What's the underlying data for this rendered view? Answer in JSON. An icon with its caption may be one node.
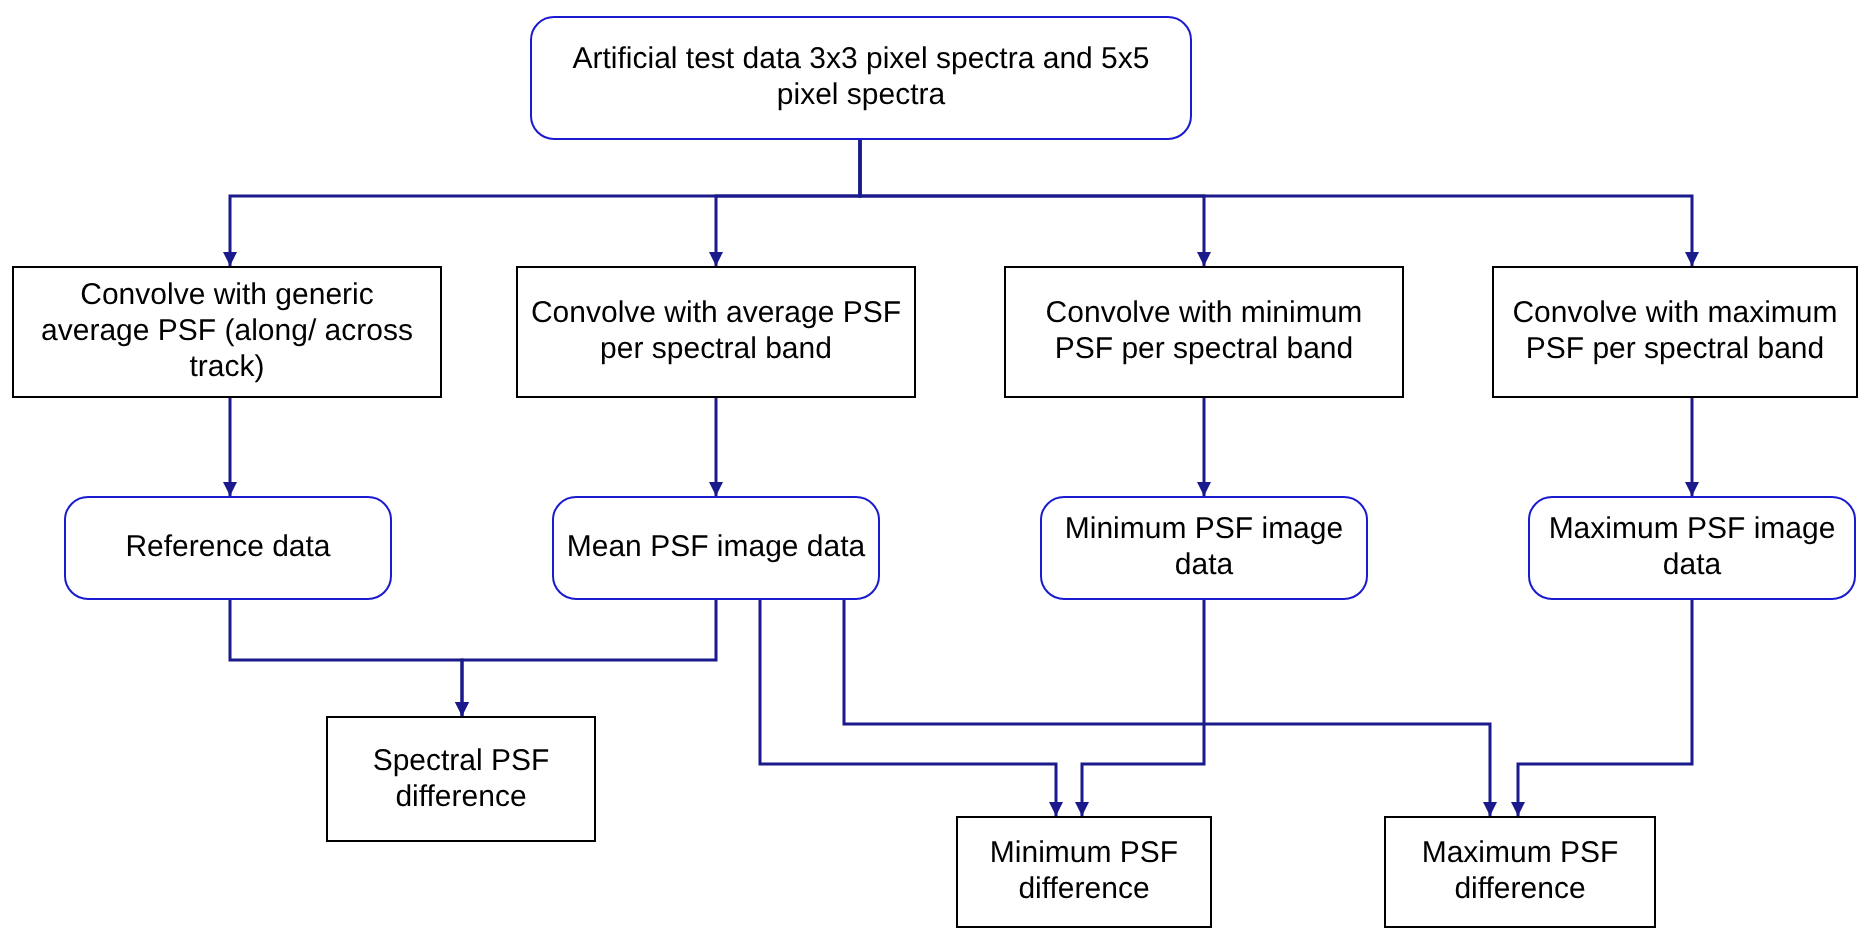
{
  "diagram": {
    "nodes": [
      {
        "text": [
          "Artificial test data 3x3 pixel spectra and 5x5 pixel spectra"
        ]
      },
      {
        "text": [
          "Convolve with generic average PSF (along/ across track)"
        ]
      },
      {
        "text": [
          "Convolve with average PSF per spectral band"
        ]
      },
      {
        "text": [
          "Convolve with minimum PSF per spectral band"
        ]
      },
      {
        "text": [
          "Convolve with maximum PSF per spectral band"
        ]
      },
      {
        "text": [
          "Reference data"
        ]
      },
      {
        "text": [
          "Mean PSF image data"
        ]
      },
      {
        "text": [
          "Minimum PSF image data"
        ]
      },
      {
        "text": [
          "Maximum PSF image data"
        ]
      },
      {
        "text": [
          "Spectral PSF difference"
        ]
      },
      {
        "text": [
          "Minimum PSF difference"
        ]
      },
      {
        "text": [
          "Maximum PSF difference"
        ]
      }
    ],
    "edges": [
      {
        "from": 0,
        "to": 1,
        "arrow": "to"
      },
      {
        "from": 0,
        "to": 2,
        "arrow": "to"
      },
      {
        "from": 0,
        "to": 3,
        "arrow": "to"
      },
      {
        "from": 0,
        "to": 4,
        "arrow": "to"
      },
      {
        "from": 1,
        "to": 5,
        "arrow": "to"
      },
      {
        "from": 2,
        "to": 6,
        "arrow": "to"
      },
      {
        "from": 3,
        "to": 7,
        "arrow": "to"
      },
      {
        "from": 4,
        "to": 8,
        "arrow": "to"
      },
      {
        "from": 5,
        "to": 9,
        "arrow": "to"
      },
      {
        "from": 6,
        "to": 9,
        "arrow": "to"
      },
      {
        "from": 6,
        "to": 10,
        "arrow": "to"
      },
      {
        "from": 7,
        "to": 10,
        "arrow": "to"
      },
      {
        "from": 6,
        "to": 11,
        "arrow": "to"
      },
      {
        "from": 8,
        "to": 11,
        "arrow": "to"
      }
    ]
  }
}
